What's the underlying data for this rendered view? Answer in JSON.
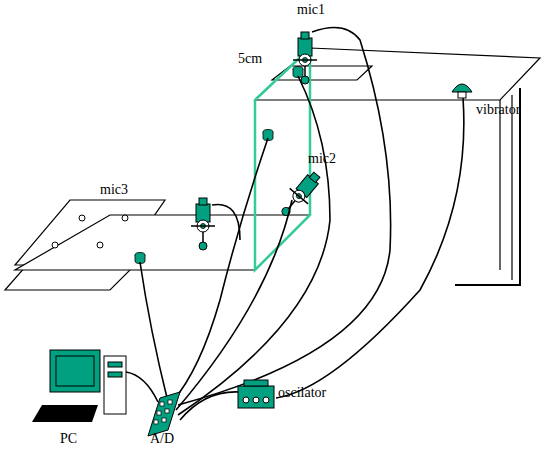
{
  "diagram": {
    "labels": [
      "mic1",
      "5cm",
      "vibrator",
      "mic2",
      "mic3",
      "PC",
      "A/D",
      "oscilator"
    ]
  }
}
